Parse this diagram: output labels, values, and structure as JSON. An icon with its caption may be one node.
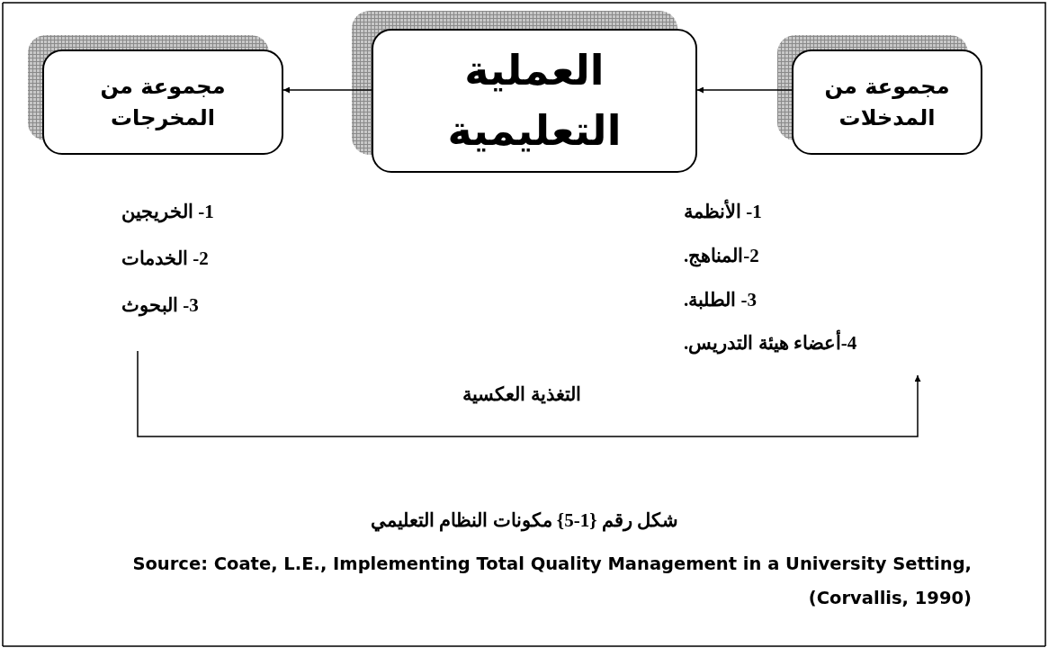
{
  "diagram": {
    "caption": "شكل رقم {1-5} مكونات النظام التعليمي",
    "nodes": [
      {
        "text": [
          "مجموعة من المدخلات"
        ]
      },
      {
        "text": [
          "العملية التعليمية"
        ]
      },
      {
        "text": [
          "مجموعة من المخرجات"
        ]
      },
      {
        "text": [
          "1- الخريجين",
          "2- الخدمات",
          "3- البحوث"
        ]
      },
      {
        "text": [
          "1- الأنظمة",
          "2-المناهج.",
          "3- الطلبة.",
          "4-أعضاء هيئة التدريس."
        ]
      }
    ],
    "edges": [
      {
        "from": 0,
        "to": 1,
        "arrow": "to"
      },
      {
        "from": 1,
        "to": 2,
        "arrow": "to"
      },
      {
        "from": 3,
        "to": 4,
        "arrow": "to",
        "label": "التغذية العكسية"
      }
    ],
    "labels": [
      "Source: Coate, L.E., Implementing Total Quality Management in a University Setting, (Corvallis, 1990)"
    ]
  }
}
